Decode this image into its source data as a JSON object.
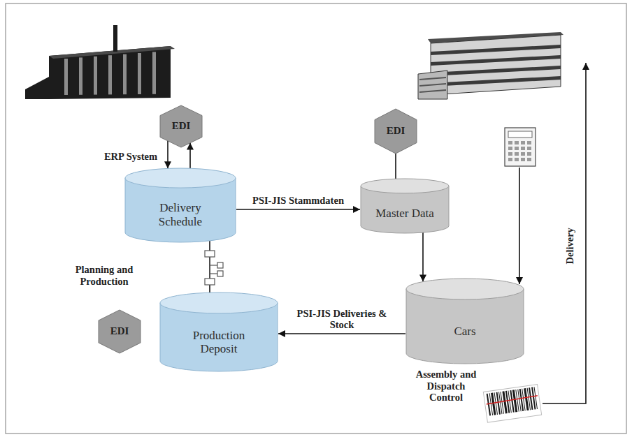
{
  "diagram": {
    "nodes": [
      {
        "text": [
          "EDI"
        ]
      },
      {
        "text": [
          "EDI"
        ]
      },
      {
        "text": [
          "Delivery Schedule"
        ]
      },
      {
        "text": [
          "Master Data"
        ]
      },
      {
        "text": [
          "EDI"
        ]
      },
      {
        "text": [
          "Production Deposit"
        ]
      },
      {
        "text": [
          "Cars"
        ]
      }
    ],
    "edges": [
      {
        "from": 0,
        "to": 2,
        "arrow": "to"
      },
      {
        "from": 2,
        "to": 0,
        "arrow": "to"
      },
      {
        "from": 2,
        "to": 3,
        "label": "PSI-JIS Stammdaten",
        "arrow": "to"
      },
      {
        "from": 1,
        "to": 3,
        "arrow": "none"
      },
      {
        "from": 3,
        "to": 6,
        "arrow": "to"
      },
      {
        "from": 6,
        "to": 5,
        "label": "PSI-JIS Deliveries & Stock",
        "arrow": "to"
      },
      {
        "from": 2,
        "to": 5,
        "arrow": "none"
      }
    ],
    "labels": [
      "ERP System",
      "Planning and Production",
      "Assembly and Dispatch Control",
      "Delivery"
    ]
  }
}
